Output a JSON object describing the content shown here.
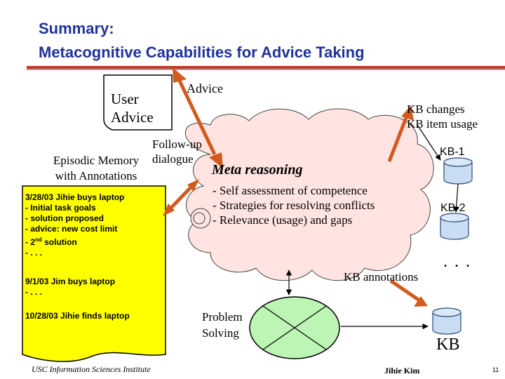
{
  "title": {
    "line1": "Summary:",
    "line2": "Metacognitive Capabilities for Advice Taking"
  },
  "user_advice": {
    "line1": "User",
    "line2": "Advice"
  },
  "advice_label": "Advice",
  "kb_changes": {
    "line1": "KB changes",
    "line2": "KB item usage"
  },
  "follow_up": {
    "line1": "Follow-up",
    "line2": "dialogue"
  },
  "episodic": {
    "line1": "Episodic Memory",
    "line2": "with Annotations"
  },
  "episode_doc": {
    "entry1": {
      "heading": "3/28/03 Jihie buys laptop",
      "items": [
        "- Initial task goals",
        "- solution proposed",
        "- advice: new cost limit"
      ],
      "item4_pre": "- 2",
      "item4_sup": "nd",
      "item4_post": " solution",
      "more": "- . . ."
    },
    "entry2": {
      "heading": "9/1/03 Jim buys laptop",
      "more": "- . . ."
    },
    "entry3": {
      "heading": "10/28/03 Jihie finds laptop"
    }
  },
  "meta": {
    "heading": "Meta reasoning",
    "items": [
      "- Self assessment of competence",
      "- Strategies for resolving conflicts",
      "- Relevance (usage) and gaps"
    ]
  },
  "kb1": "KB-1",
  "kb2": "KB-2",
  "kb_dots": ". . .",
  "kb_annotations": "KB annotations",
  "problem_solving": {
    "line1": "Problem",
    "line2": "Solving"
  },
  "kb": "KB",
  "footer": {
    "institute": "USC Information Sciences Institute",
    "author": "Jihie Kim",
    "page": "11"
  },
  "colors": {
    "title": "#1f3399",
    "rule": "#c23a2a",
    "cloud_fill": "#ffe4e1",
    "doc_fill": "#ffff00",
    "cylinder_fill": "#c9ddf2",
    "cylinder_stroke": "#2a4a7f",
    "ellipse_fill": "#bdf5b5",
    "arrow_orange": "#d35a1e"
  }
}
